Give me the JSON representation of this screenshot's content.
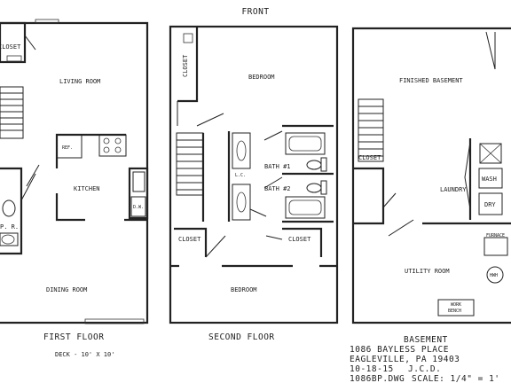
{
  "header": {
    "front": "FRONT"
  },
  "first_floor": {
    "title": "FIRST FLOOR",
    "deck": "DECK - 10' X 10'",
    "rooms": {
      "closet": "CLOSET",
      "living_room": "LIVING ROOM",
      "ref": "REF.",
      "kitchen": "KITCHEN",
      "dw": "D.W.",
      "pr": "P. R.",
      "dining_room": "DINING ROOM"
    }
  },
  "second_floor": {
    "title": "SECOND FLOOR",
    "rooms": {
      "closet_top": "CLOSET",
      "bedroom_top": "BEDROOM",
      "bath1": "BATH #1",
      "lc": "L.C.",
      "bath2": "BATH #2",
      "closet_left": "CLOSET",
      "closet_right": "CLOSET",
      "bedroom_bottom": "BEDROOM"
    }
  },
  "basement": {
    "title": "BASEMENT",
    "rooms": {
      "finished_basement": "FINISHED BASEMENT",
      "closet": "CLOSET",
      "laundry": "LAUNDRY",
      "wash": "WASH",
      "dry": "DRY",
      "furnace": "FURNACE",
      "utility_room": "UTILITY ROOM",
      "hwh": "HWH",
      "work_bench_1": "WORK",
      "work_bench_2": "BENCH"
    }
  },
  "title_block": {
    "line1": "1086 BAYLESS PLACE",
    "line2": "EAGLEVILLE, PA  19403",
    "date": "10-18-15",
    "initials": "J.C.D.",
    "file": "1086BP.DWG",
    "scale": "SCALE: 1/4\" = 1'"
  }
}
